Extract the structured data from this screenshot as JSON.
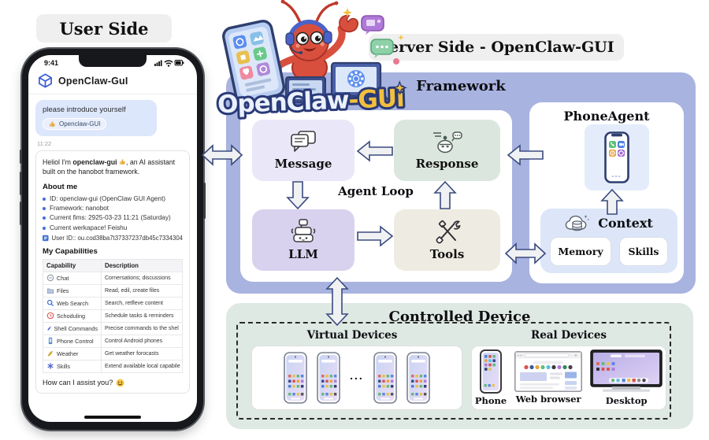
{
  "user_side": {
    "label": "User Side",
    "phone": {
      "status_time": "9:41",
      "app_title": "OpenClaw-GuI",
      "chat": {
        "user_message": "please introduce yourself",
        "reaction_label": "Openclaw-GUI",
        "timestamp": "11:22",
        "greeting_prefix": "Heliol I'm ",
        "greeting_bold": "openclaw-gui",
        "greeting_suffix": ", an AI assistant built on the hanobot framework.",
        "about_heading": "About me",
        "about_items": [
          "ID: openclaw-gui (OpenClaw GUI Agent)",
          "Framework: nanobot",
          "Current fims: 2925-03-23 11:21 (Saturday)",
          "Current werkapace! Feishu"
        ],
        "user_id_line": "User ID:: ou.cod38ba7t37337237db45c7334304",
        "capabilities_heading": "My Capabilities",
        "table_headers": {
          "capability": "Capability",
          "description": "Description"
        },
        "capabilities": [
          {
            "name": "Chat",
            "desc": "Cornersations; discussions"
          },
          {
            "name": "Files",
            "desc": "Read, edil, create files"
          },
          {
            "name": "Web Search",
            "desc": "Search, retfleve content"
          },
          {
            "name": "Schoduling",
            "desc": "Schedule tasks & rerninders"
          },
          {
            "name": "Shell Commands",
            "desc": "Precise commands to the shel"
          },
          {
            "name": "Phone Control",
            "desc": "Control Android phones"
          },
          {
            "name": "Weather",
            "desc": "Get weather forocasts"
          },
          {
            "name": "Skills",
            "desc": "Extend available local capabile"
          }
        ],
        "closing": "How can I assist you?"
      }
    }
  },
  "brand": {
    "wordmark_left": "OpenClaw",
    "wordmark_right": "-GUi"
  },
  "server_side": {
    "label": "Server Side - OpenClaw-GUI",
    "framework": {
      "title": "Framework",
      "loop_label": "Agent Loop",
      "message": "Message",
      "response": "Response",
      "llm": "LLM",
      "tools": "Tools"
    },
    "phone_agent": {
      "title": "PhoneAgent",
      "context_title": "Context",
      "memory": "Memory",
      "skills": "Skills"
    }
  },
  "controlled_device": {
    "title": "Controlled Device",
    "virtual_label": "Virtual Devices",
    "ellipsis": "...",
    "real_label": "Real Devices",
    "real_items": [
      "Phone",
      "Web browser",
      "Desktop"
    ]
  },
  "icons": {
    "app_logo": "cube-icon",
    "chat_row": "chat-circle-icon",
    "files_row": "folder-icon",
    "web_search_row": "magnifier-icon",
    "scheduling_row": "clock-icon",
    "shell_row": "brush-icon",
    "phone_control_row": "phone-icon",
    "weather_row": "wheat-icon",
    "skills_row": "asterisk-icon",
    "context": "cloud-database-icon",
    "message_box": "chat-bubbles-icon",
    "response_box": "robot-speech-icon",
    "llm_box": "robot-icon",
    "tools_box": "wrench-screwdriver-icon"
  },
  "colors": {
    "framework_panel": "#a8b3e0",
    "controlled_panel": "#dfe9e3",
    "message_box": "#e9e7f8",
    "response_box": "#dbe7de",
    "llm_box": "#d9d2ee",
    "tools_box": "#eeebe2",
    "context_box": "#dce6f8",
    "arrow_fill": "#f0f1f3",
    "arrow_stroke": "#3a4a7e",
    "user_bubble": "#dde7fb",
    "wordmark_gold": "#f2bf3e"
  }
}
